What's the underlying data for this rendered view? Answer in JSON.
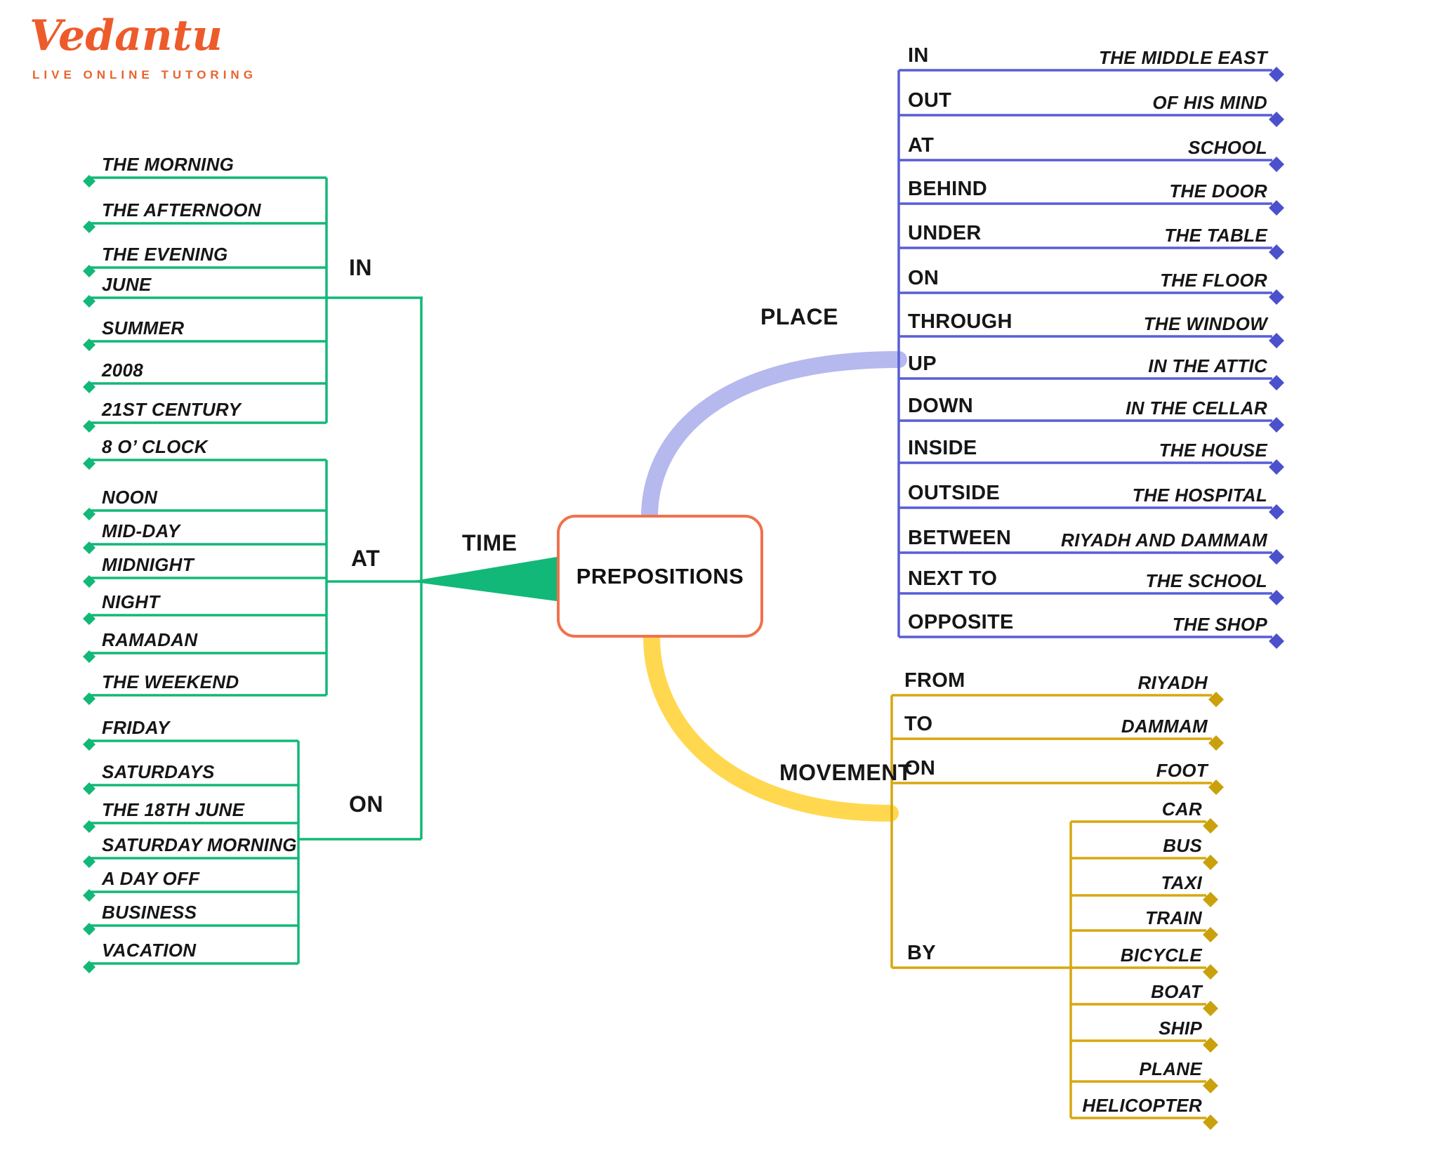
{
  "brand": {
    "name": "Vedantu",
    "tagline": "LIVE ONLINE TUTORING"
  },
  "center": {
    "title": "PREPOSITIONS"
  },
  "time": {
    "label": "TIME",
    "groups": [
      {
        "label": "IN",
        "items": [
          "THE MORNING",
          "THE AFTERNOON",
          "THE EVENING",
          "JUNE",
          "SUMMER",
          "2008",
          "21ST CENTURY"
        ]
      },
      {
        "label": "AT",
        "items": [
          "8 O’ CLOCK",
          "NOON",
          "MID-DAY",
          "MIDNIGHT",
          "NIGHT",
          "RAMADAN",
          "THE WEEKEND"
        ]
      },
      {
        "label": "ON",
        "items": [
          "FRIDAY",
          "SATURDAYS",
          "THE 18TH JUNE",
          "SATURDAY MORNING",
          "A DAY OFF",
          "BUSINESS",
          "VACATION"
        ]
      }
    ]
  },
  "place": {
    "label": "PLACE",
    "rows": [
      {
        "prep": "IN",
        "object": "THE MIDDLE EAST"
      },
      {
        "prep": "OUT",
        "object": "OF HIS MIND"
      },
      {
        "prep": "AT",
        "object": "SCHOOL"
      },
      {
        "prep": "BEHIND",
        "object": "THE DOOR"
      },
      {
        "prep": "UNDER",
        "object": "THE TABLE"
      },
      {
        "prep": "ON",
        "object": "THE FLOOR"
      },
      {
        "prep": "THROUGH",
        "object": "THE WINDOW"
      },
      {
        "prep": "UP",
        "object": "IN THE ATTIC"
      },
      {
        "prep": "DOWN",
        "object": "IN THE CELLAR"
      },
      {
        "prep": "INSIDE",
        "object": "THE HOUSE"
      },
      {
        "prep": "OUTSIDE",
        "object": "THE HOSPITAL"
      },
      {
        "prep": "BETWEEN",
        "object": "RIYADH AND DAMMAM"
      },
      {
        "prep": "NEXT TO",
        "object": "THE SCHOOL"
      },
      {
        "prep": "OPPOSITE",
        "object": "THE SHOP"
      }
    ]
  },
  "movement": {
    "label": "MOVEMENT",
    "rows": [
      {
        "prep": "FROM",
        "object": "RIYADH"
      },
      {
        "prep": "TO",
        "object": "DAMMAM"
      },
      {
        "prep": "ON",
        "object": "FOOT"
      }
    ],
    "by": {
      "label": "BY",
      "items": [
        "CAR",
        "BUS",
        "TAXI",
        "TRAIN",
        "BICYCLE",
        "BOAT",
        "SHIP",
        "PLANE",
        "HELICOPTER"
      ]
    }
  },
  "colors": {
    "time_branch": "#12b877",
    "place_line": "#585dd6",
    "place_curve": "#b5b9ee",
    "movement_line": "#d7a70e",
    "movement_curve": "#ffd84f",
    "center_border": "#f0724c",
    "brand_orange": "#ed5b2b"
  }
}
